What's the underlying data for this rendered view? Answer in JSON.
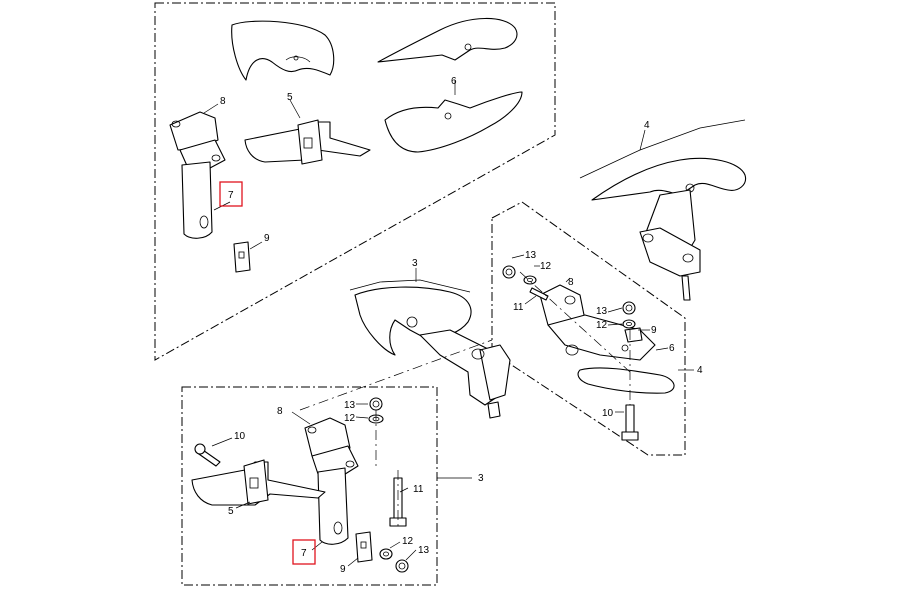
{
  "callouts": {
    "top": {
      "part8": "8",
      "part5": "5",
      "part6": "6",
      "part7": "7",
      "part9": "9"
    },
    "right": {
      "part4_top": "4",
      "part4_side": "4",
      "part13": "13",
      "part12": "12",
      "part8": "8",
      "part11": "11",
      "part13b": "13",
      "part12b": "12",
      "part9": "9",
      "part6": "6",
      "part10": "10"
    },
    "middle": {
      "part3": "3"
    },
    "bottom": {
      "part3_side": "3",
      "part13": "13",
      "part12": "12",
      "part8": "8",
      "part10": "10",
      "part11": "11",
      "part5": "5",
      "part7": "7",
      "part9": "9",
      "part12b": "12",
      "part13b": "13"
    }
  },
  "colors": {
    "highlight": "#e0141e",
    "line": "#000000",
    "background": "#ffffff"
  }
}
